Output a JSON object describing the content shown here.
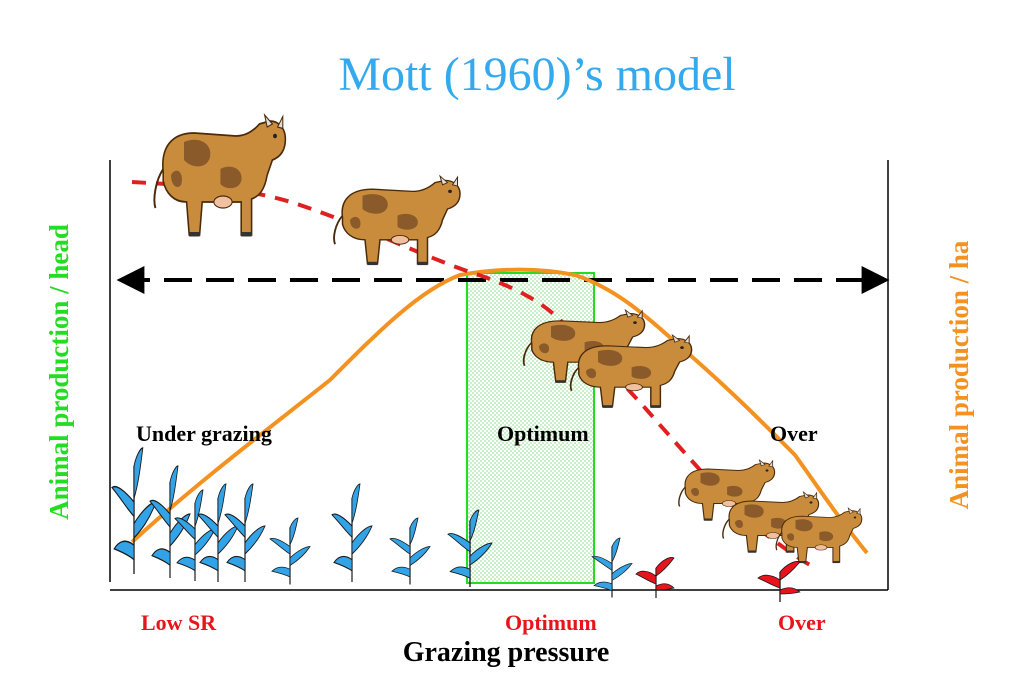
{
  "title": "Mott (1960)’s  model",
  "axes": {
    "left_label": "Animal production / head",
    "right_label": "Animal production / ha",
    "bottom_label": "Grazing pressure"
  },
  "zones": {
    "under": "Under grazing",
    "optimum": "Optimum",
    "over": "Over"
  },
  "stocking_rate": {
    "low": "Low SR",
    "optimum": "Optimum",
    "over": "Over"
  },
  "colors": {
    "title": "#33aaee",
    "left_axis": "#22dd22",
    "right_axis": "#f39220",
    "per_head_curve": "#e02020",
    "per_ha_curve": "#f39220",
    "optimum_zone": "#22dd22",
    "healthy_plant": "#33a3e8",
    "grazed_plant": "#e8141c",
    "cow_body": "#c98c3c",
    "cow_patch": "#8a5a2a"
  },
  "icons": {
    "cow": "cow-icon",
    "healthy_plant": "grass-plant-icon",
    "grazed_plant": "grazed-plant-icon",
    "range_arrow": "double-headed-arrow"
  }
}
